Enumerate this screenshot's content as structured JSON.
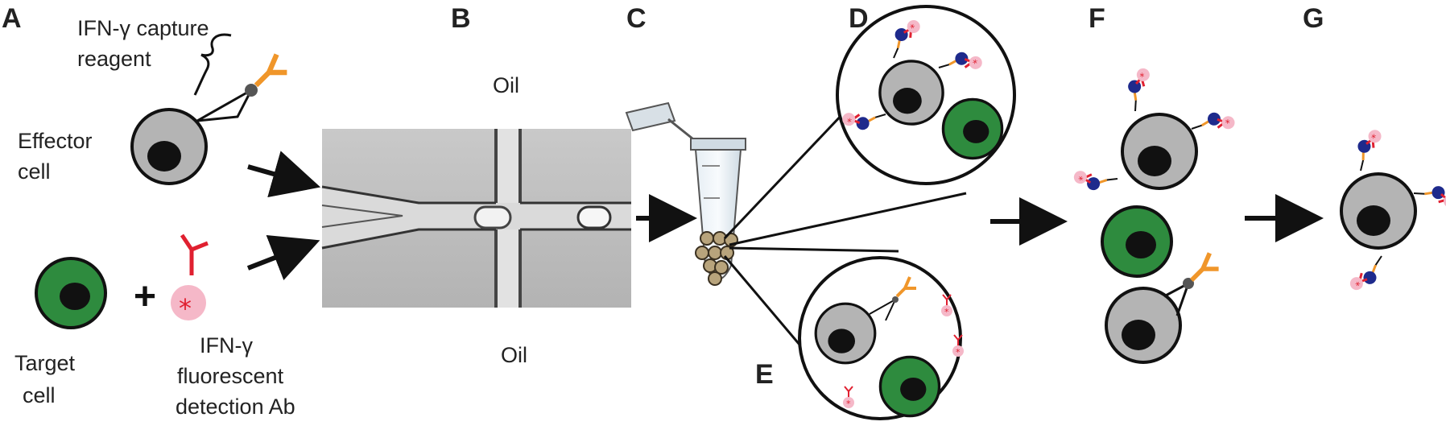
{
  "panels": {
    "a": "A",
    "b": "B",
    "c": "C",
    "d": "D",
    "e": "E",
    "f": "F",
    "g": "G"
  },
  "labels": {
    "capture_reagent_line1": "IFN-γ capture",
    "capture_reagent_line2": "reagent",
    "effector_line1": "Effector",
    "effector_line2": "cell",
    "target_line1": "Target",
    "target_line2": "cell",
    "plus": "+",
    "detection_line1": "IFN-γ",
    "detection_line2": "fluorescent",
    "detection_line3": "detection Ab",
    "oil_top": "Oil",
    "oil_bottom": "Oil"
  },
  "colors": {
    "effector_cell": "#b4b4b4",
    "target_cell": "#2e8b3e",
    "nucleus": "#111111",
    "capture_antibody": "#f0962a",
    "detection_antibody": "#e02030",
    "fluorophore": "#f5b8c8",
    "ifn_gamma": "#1e2a8c",
    "arrow": "#111111"
  }
}
